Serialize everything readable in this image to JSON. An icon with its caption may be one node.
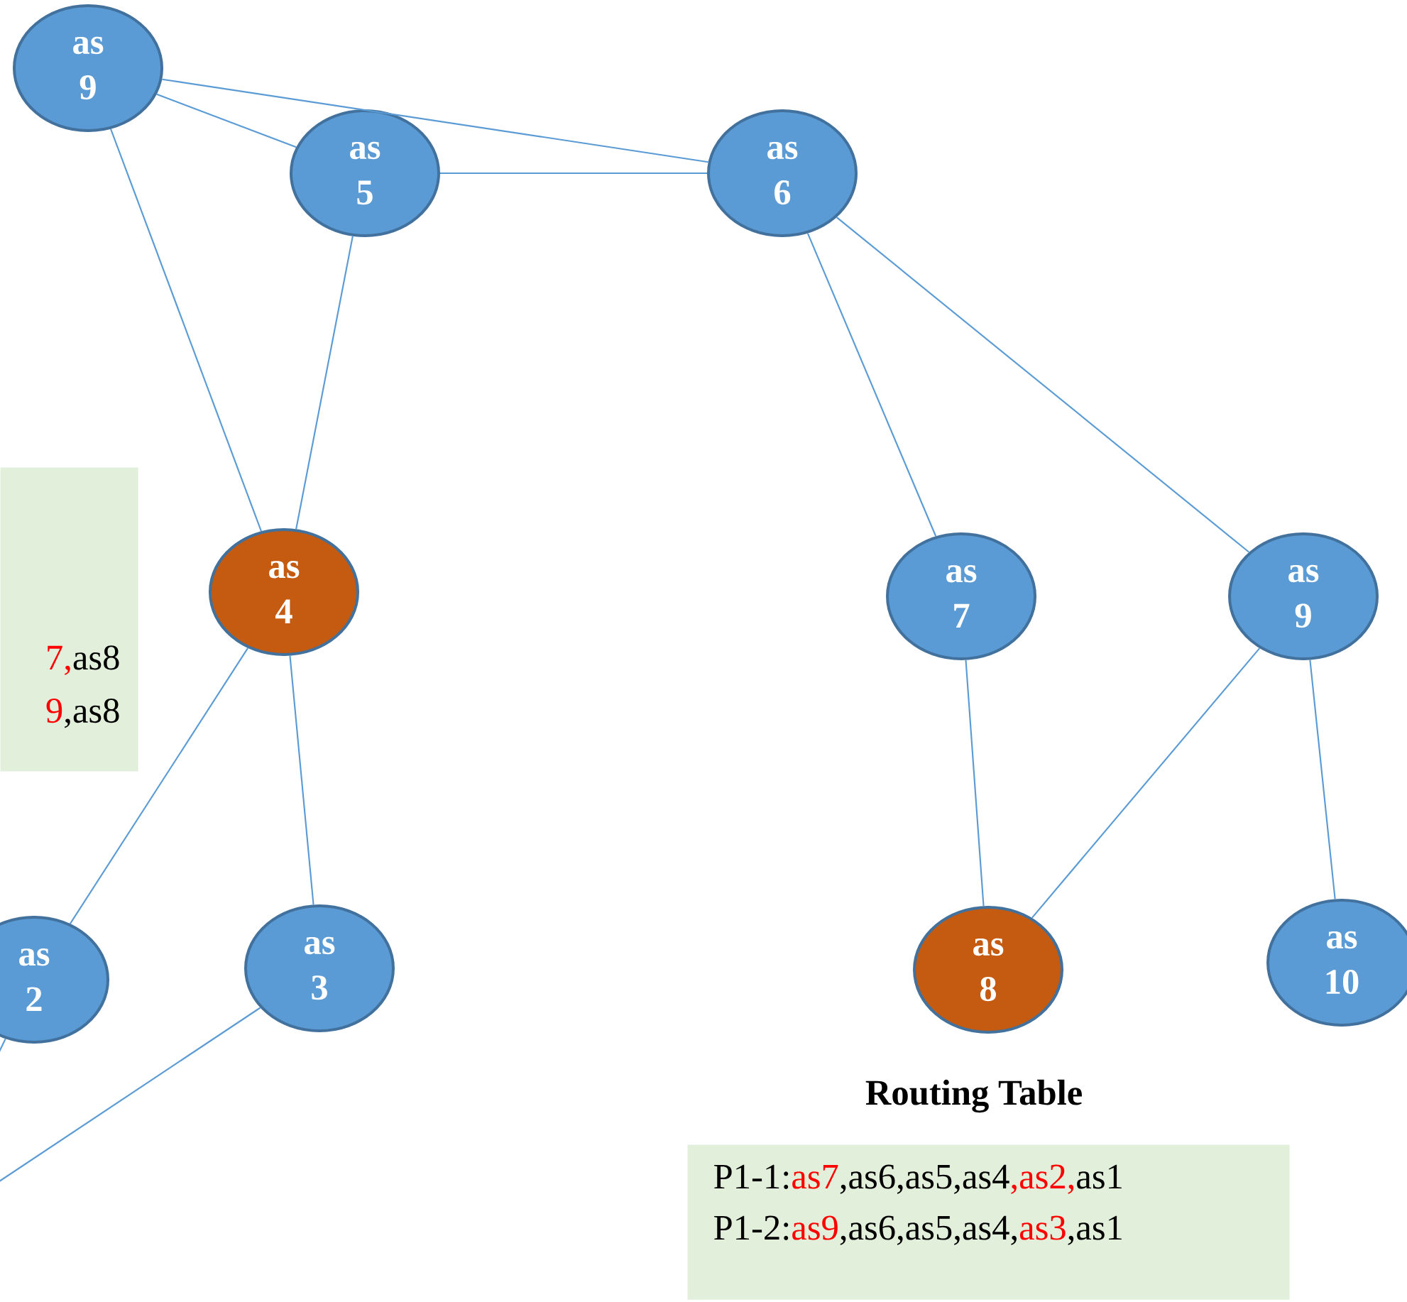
{
  "diagram": {
    "nodes": [
      {
        "text": [
          "as 9"
        ]
      },
      {
        "text": [
          "as 5"
        ]
      },
      {
        "text": [
          "as 6"
        ]
      },
      {
        "text": [
          "as 4"
        ]
      },
      {
        "text": [
          "as 7"
        ]
      },
      {
        "text": [
          "as 9"
        ]
      },
      {
        "text": [
          "7,",
          "as8",
          "9",
          ",as8"
        ]
      },
      {
        "text": [
          "as 2"
        ]
      },
      {
        "text": [
          "as 3"
        ]
      },
      {
        "text": [
          "as 8"
        ]
      },
      {
        "text": [
          "as 10"
        ]
      },
      {
        "text": [
          "Routing Table",
          "P1-1:",
          "as7",
          ",as6,as5,as4",
          ",as2,",
          "as1",
          "P1-2:",
          "as9",
          ",as6,as5,as4,",
          "as3",
          ",as1"
        ]
      }
    ],
    "edges": [
      {
        "from": 0,
        "to": 1,
        "arrow": "none"
      },
      {
        "from": 0,
        "to": 2,
        "arrow": "none"
      },
      {
        "from": 1,
        "to": 2,
        "arrow": "none"
      },
      {
        "from": 0,
        "to": 3,
        "arrow": "none"
      },
      {
        "from": 1,
        "to": 3,
        "arrow": "none"
      },
      {
        "from": 2,
        "to": 4,
        "arrow": "none"
      },
      {
        "from": 2,
        "to": 5,
        "arrow": "none"
      },
      {
        "from": 3,
        "to": 7,
        "arrow": "none"
      },
      {
        "from": 3,
        "to": 8,
        "arrow": "none"
      },
      {
        "from": 4,
        "to": 9,
        "arrow": "none"
      },
      {
        "from": 5,
        "to": 9,
        "arrow": "none"
      },
      {
        "from": 5,
        "to": 10,
        "arrow": "none"
      },
      {
        "from": 7,
        "to": null,
        "arrow": "none"
      },
      {
        "from": 8,
        "to": null,
        "arrow": "none"
      }
    ]
  }
}
